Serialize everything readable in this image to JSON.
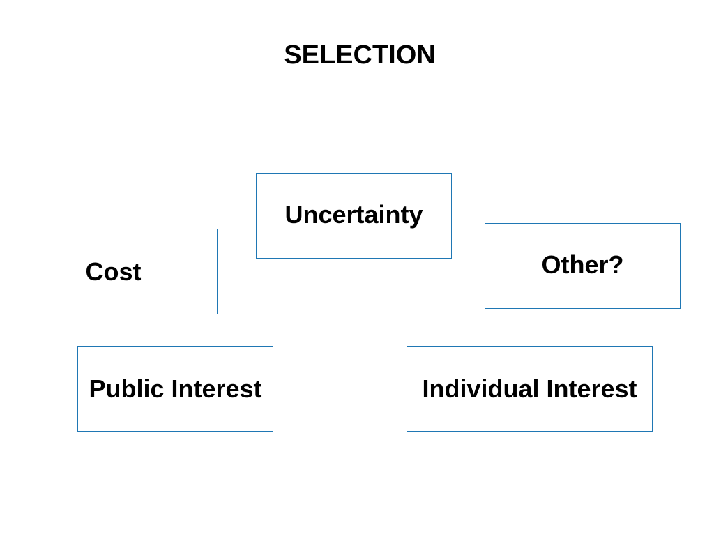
{
  "title": "SELECTION",
  "boxes": {
    "uncertainty": "Uncertainty",
    "cost": "Cost",
    "other": "Other?",
    "public_interest": "Public Interest",
    "individual_interest": "Individual Interest"
  },
  "colors": {
    "box_border": "#1f77b4",
    "text": "#000000",
    "background": "#ffffff"
  }
}
